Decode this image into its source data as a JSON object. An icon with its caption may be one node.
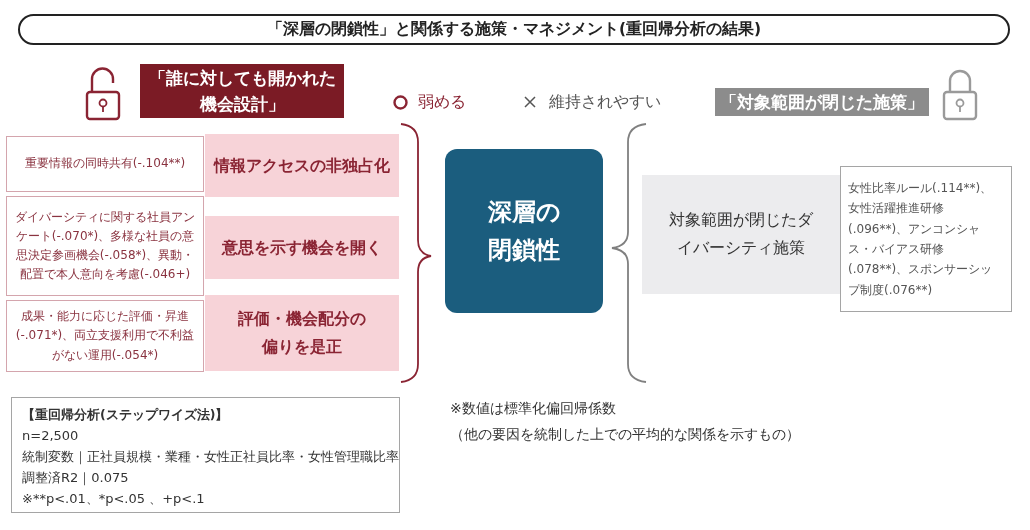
{
  "diagram": {
    "title": "「深層の閉鎖性」と関係する施策・マネジメント(重回帰分析の結果)",
    "nodes": [
      {
        "text": [
          "「誰に対しても開かれた機会設計」"
        ]
      },
      {
        "text": [
          "「対象範囲が閉じた施策」"
        ]
      },
      {
        "text": [
          "重要情報の同時共有(-.104**)"
        ]
      },
      {
        "text": [
          "情報アクセスの非独占化"
        ]
      },
      {
        "text": [
          "ダイバーシティに関する社員アンケート(-.070*)、多様な社員の意思決定参画機会(-.058*)、異動・配置で本人意向を考慮(-.046+)"
        ]
      },
      {
        "text": [
          "意思を示す機会を開く"
        ]
      },
      {
        "text": [
          "成果・能力に応じた評価・昇進(-.071*)、両立支援利用で不利益がない運用(-.054*)"
        ]
      },
      {
        "text": [
          "評価・機会配分の偏りを是正"
        ]
      },
      {
        "text": [
          "深層の閉鎖性"
        ]
      },
      {
        "text": [
          "対象範囲が閉じたダイバーシティ施策"
        ]
      },
      {
        "text": [
          "女性比率ルール(.114**)、女性活躍推進研修(.096**)、アンコンシャス・バイアス研修(.078**)、スポンサーシップ制度(.076**)"
        ]
      },
      {
        "text": [
          "【重回帰分析(ステップワイズ法)】",
          "n=2,500",
          "統制変数｜正社員規模・業種・女性正社員比率・女性管理職比率",
          "調整済R2｜0.075",
          "※**p<.01、*p<.05 、+p<.1"
        ]
      }
    ],
    "labels": [
      "※数値は標準化偏回帰係数",
      "（他の要因を統制した上での平均的な関係を示すもの）"
    ],
    "legend": [
      {
        "text": "弱める"
      },
      {
        "text": "維持されやすい"
      }
    ]
  }
}
